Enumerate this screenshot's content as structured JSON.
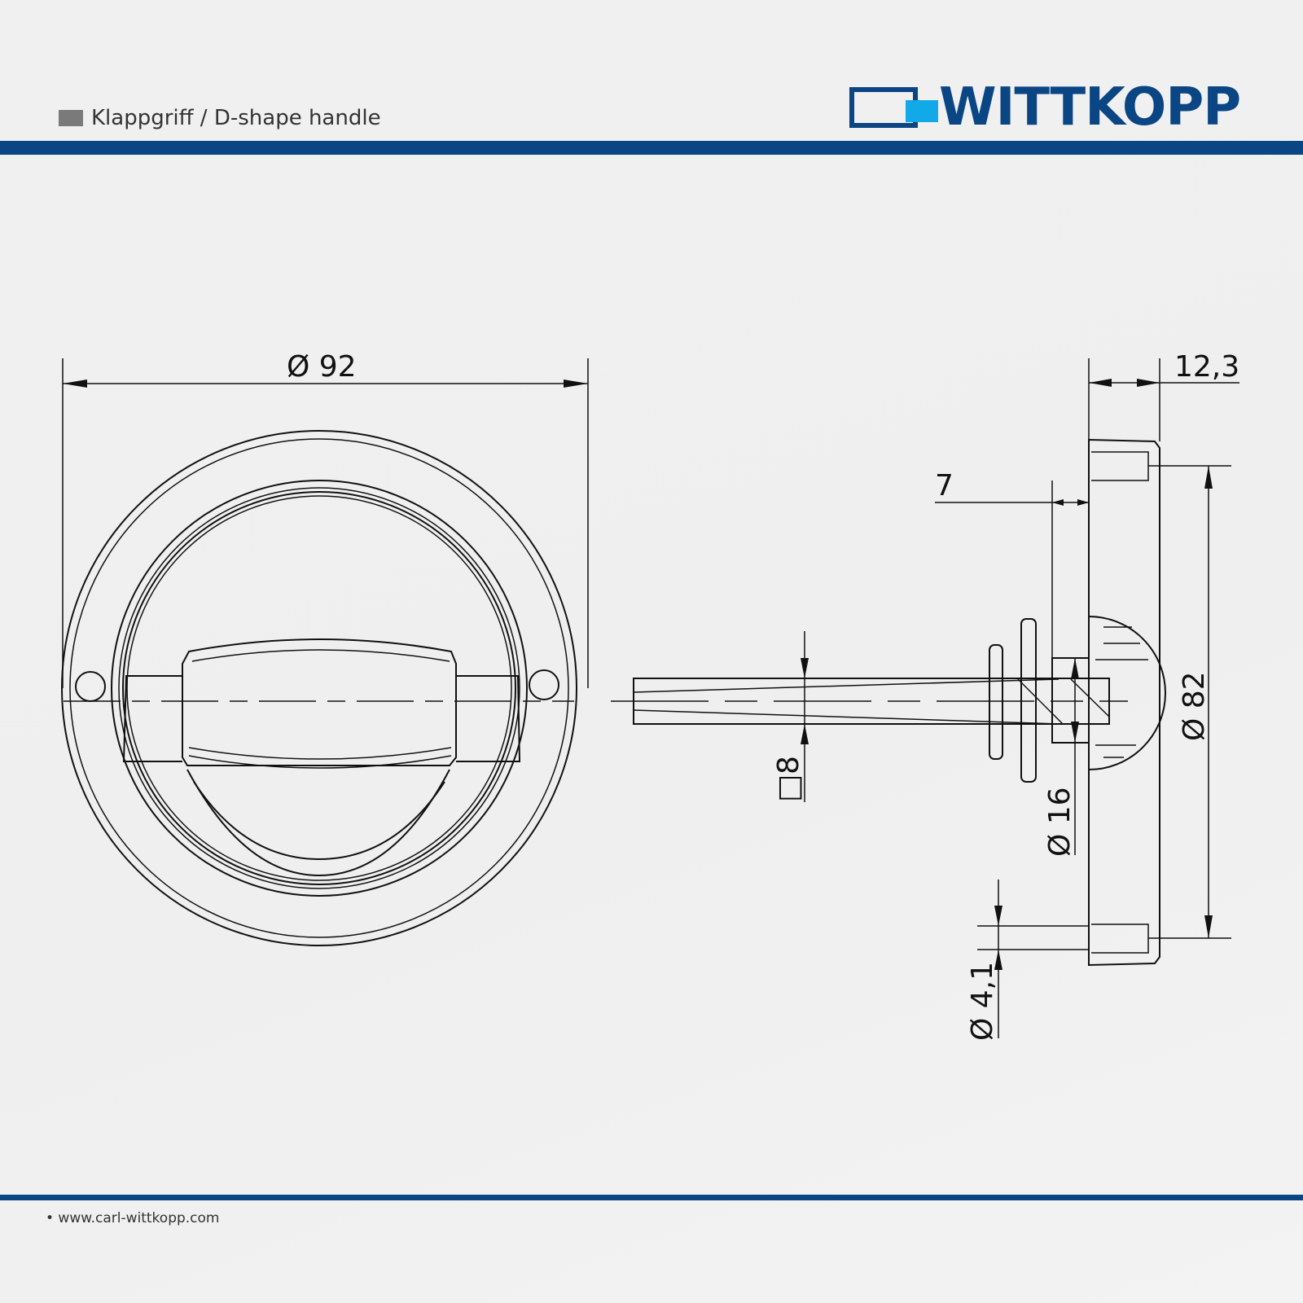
{
  "header": {
    "title": "Klappgriff / D-shape handle",
    "logo_text": "WITTKOPP"
  },
  "dimensions": {
    "outer_diameter": "Ø 92",
    "depth": "12,3",
    "offset": "7",
    "inner_diameter": "Ø 82",
    "square_spindle": "□8",
    "hub_diameter": "Ø 16",
    "hole_diameter": "Ø 4,1"
  },
  "footer": {
    "url": "• www.carl-wittkopp.com"
  },
  "colors": {
    "brand_blue": "#0a4584",
    "brand_cyan": "#12a9e8"
  }
}
